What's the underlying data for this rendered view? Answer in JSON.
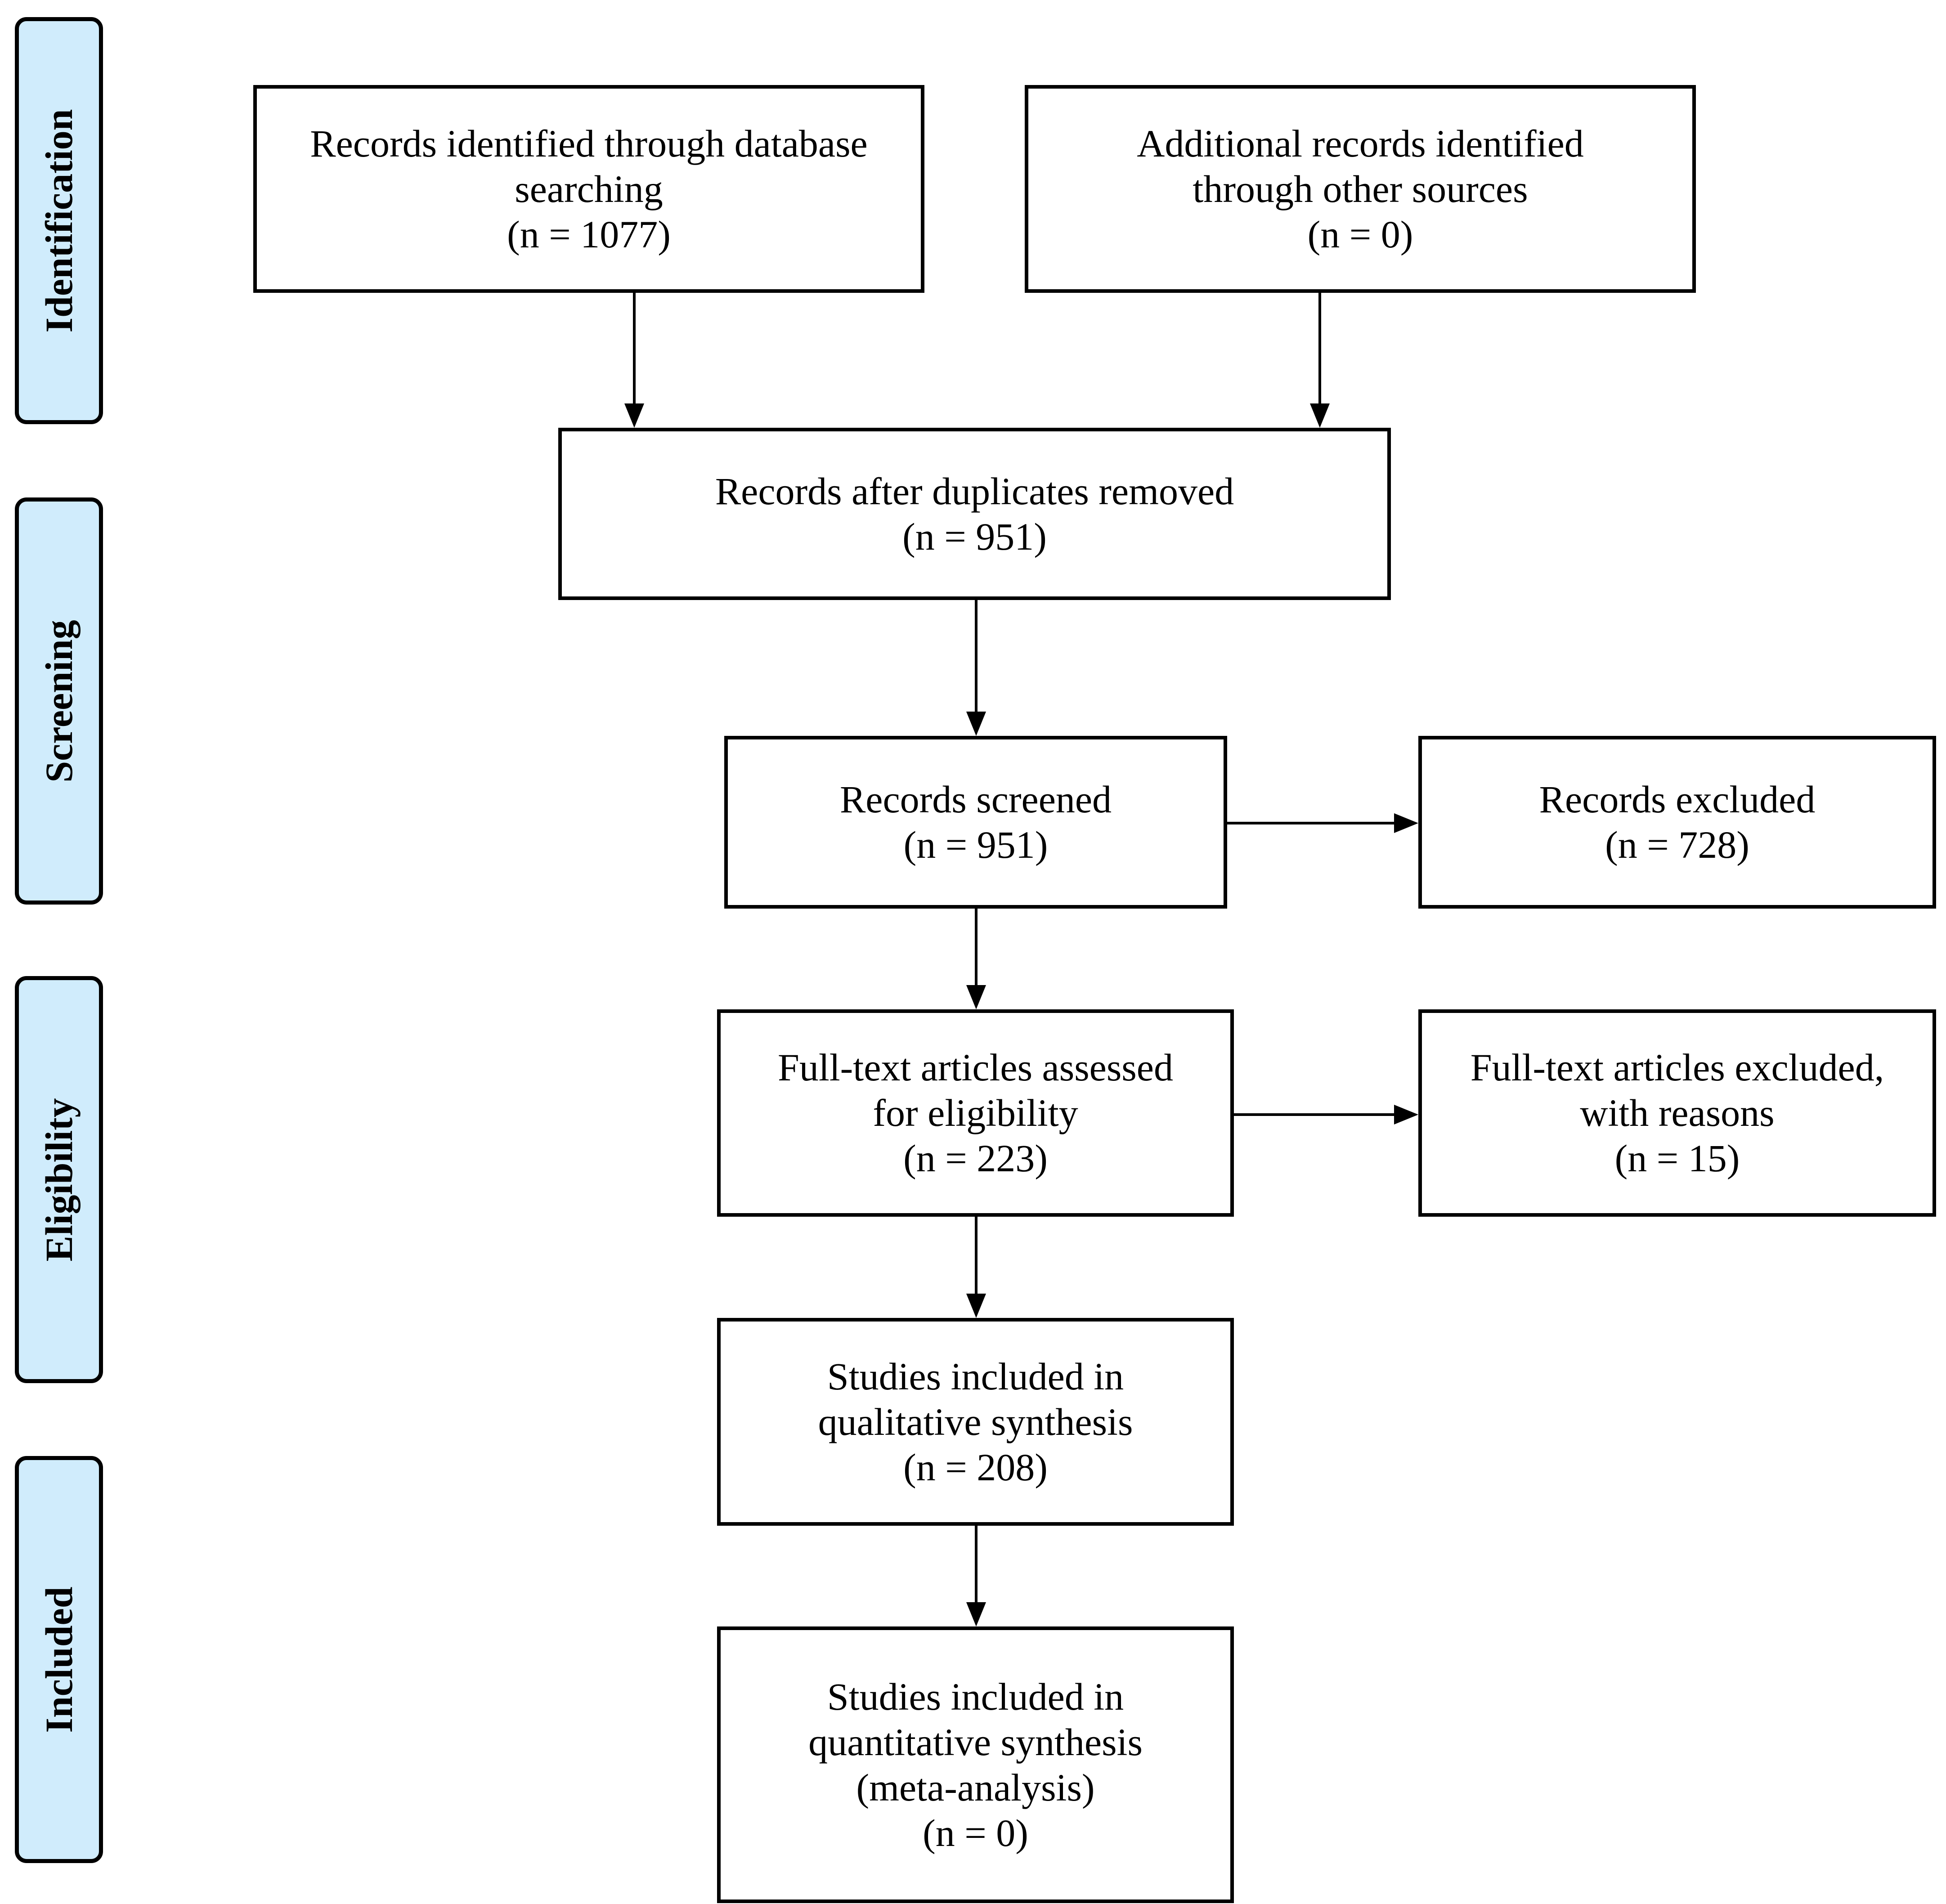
{
  "phases": {
    "identification": "Identification",
    "screening": "Screening",
    "eligibility": "Eligibility",
    "included": "Included"
  },
  "boxes": {
    "database_search": {
      "line1": "Records identified through database",
      "line2": "searching",
      "count": "(n = 1077)"
    },
    "other_sources": {
      "line1": "Additional records identified",
      "line2": "through other sources",
      "count": "(n = 0)"
    },
    "duplicates_removed": {
      "line1": "Records after duplicates removed",
      "count": "(n = 951)"
    },
    "screened": {
      "line1": "Records screened",
      "count": "(n = 951)"
    },
    "excluded": {
      "line1": "Records excluded",
      "count": "(n = 728)"
    },
    "fulltext_assessed": {
      "line1": "Full-text articles assessed",
      "line2": "for eligibility",
      "count": "(n = 223)"
    },
    "fulltext_excluded": {
      "line1": "Full-text articles excluded,",
      "line2": "with reasons",
      "count": "(n = 15)"
    },
    "qualitative": {
      "line1": "Studies included in",
      "line2": "qualitative synthesis",
      "count": "(n = 208)"
    },
    "quantitative": {
      "line1": "Studies included in",
      "line2": "quantitative synthesis",
      "line3": "(meta-analysis)",
      "count": "(n = 0)"
    }
  },
  "colors": {
    "phase_fill": "#d0ecfc",
    "stroke": "#000000",
    "box_fill": "#ffffff"
  }
}
